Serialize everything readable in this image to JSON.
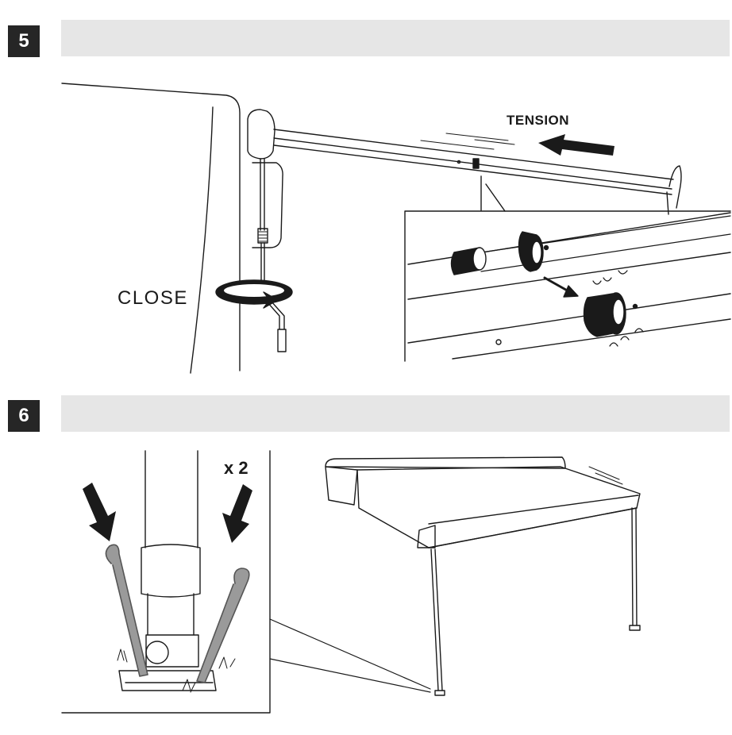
{
  "steps": [
    {
      "number": "5"
    },
    {
      "number": "6"
    }
  ],
  "labels": {
    "tension": "TENSION",
    "close": "CLOSE",
    "quantity": "x 2"
  },
  "colors": {
    "badge": "#262626",
    "bar": "#e6e6e6",
    "line": "#1a1a1a",
    "gray": "#9a9a9a"
  }
}
